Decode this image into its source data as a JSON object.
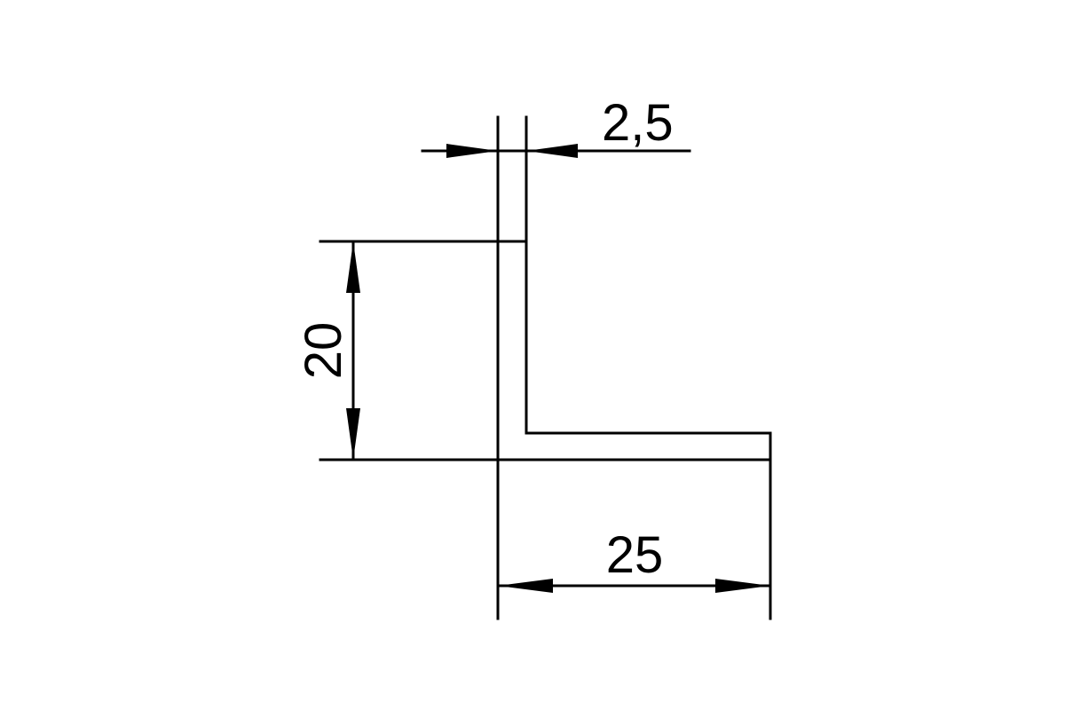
{
  "drawing": {
    "dimensions": {
      "thickness": "2,5",
      "height": "20",
      "width": "25"
    },
    "colors": {
      "line": "#000000",
      "background": "#ffffff"
    }
  }
}
